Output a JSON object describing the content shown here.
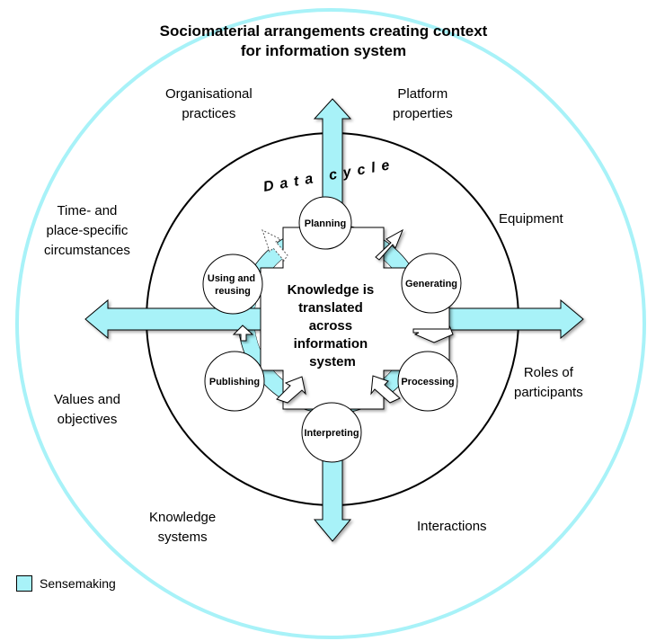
{
  "title_line1": "Sociomaterial arrangements creating context",
  "title_line2": "for information system",
  "context_labels": {
    "organisational_practices": [
      "Organisational",
      "practices"
    ],
    "platform_properties": [
      "Platform",
      "properties"
    ],
    "equipment": [
      "Equipment"
    ],
    "time_place": [
      "Time- and",
      "place-specific",
      "circumstances"
    ],
    "roles": [
      "Roles of",
      "participants"
    ],
    "values": [
      "Values and",
      "objectives"
    ],
    "knowledge_systems": [
      "Knowledge",
      "systems"
    ],
    "interactions": [
      "Interactions"
    ]
  },
  "data_cycle_label": "Data cycle",
  "center_text": [
    "Knowledge is",
    "translated",
    "across",
    "information",
    "system"
  ],
  "nodes": {
    "planning": [
      "Planning"
    ],
    "generating": [
      "Generating"
    ],
    "processing": [
      "Processing"
    ],
    "interpreting": [
      "Interpreting"
    ],
    "publishing": [
      "Publishing"
    ],
    "using": [
      "Using and",
      "reusing"
    ]
  },
  "legend": {
    "label": "Sensemaking"
  },
  "colors": {
    "sensemaking": "#a8f2f8",
    "outer_ring": "#a8f2f8",
    "line": "#000000"
  }
}
